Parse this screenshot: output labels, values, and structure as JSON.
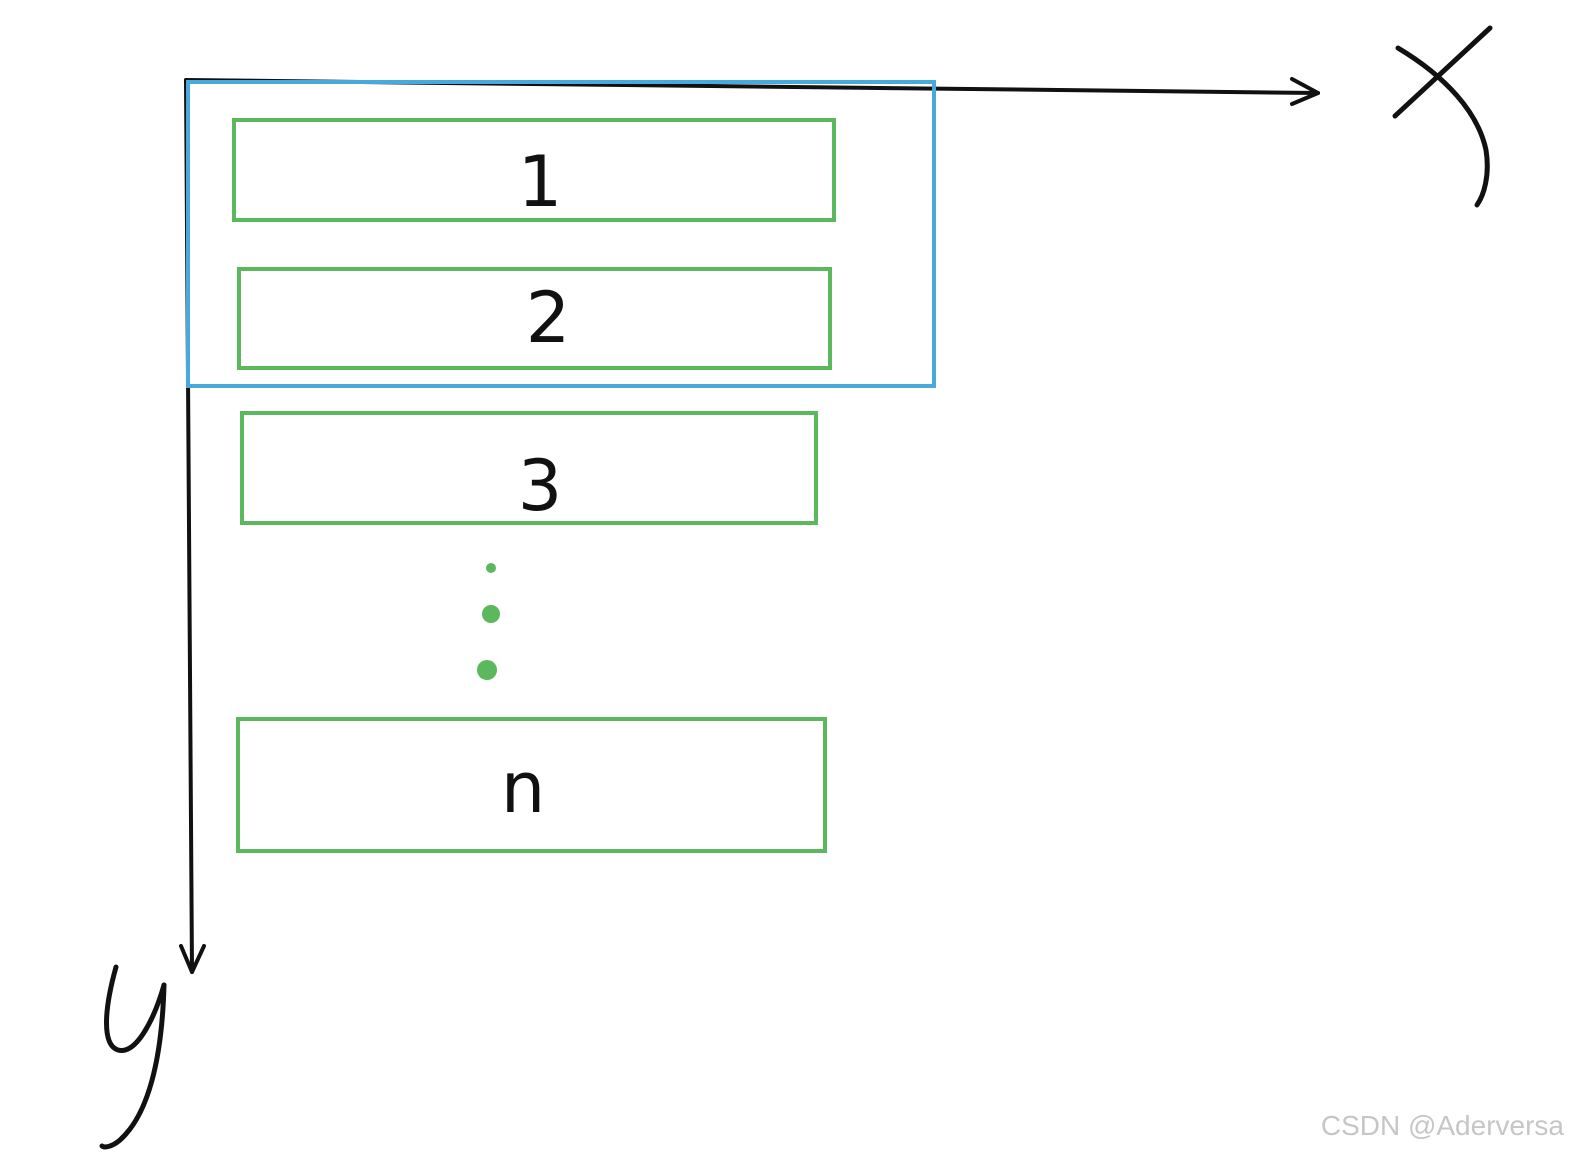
{
  "axes": {
    "x_label": "X",
    "y_label": "y"
  },
  "items": [
    {
      "label": "1"
    },
    {
      "label": "2"
    },
    {
      "label": "3"
    },
    {
      "label": "n"
    }
  ],
  "ellipsis_dot_count": 3,
  "colors": {
    "item_border": "#5cb85c",
    "viewport_border": "#4aa9dc",
    "axis": "#111111",
    "watermark": "#c6c6c6"
  },
  "watermark": "CSDN @Aderversa"
}
